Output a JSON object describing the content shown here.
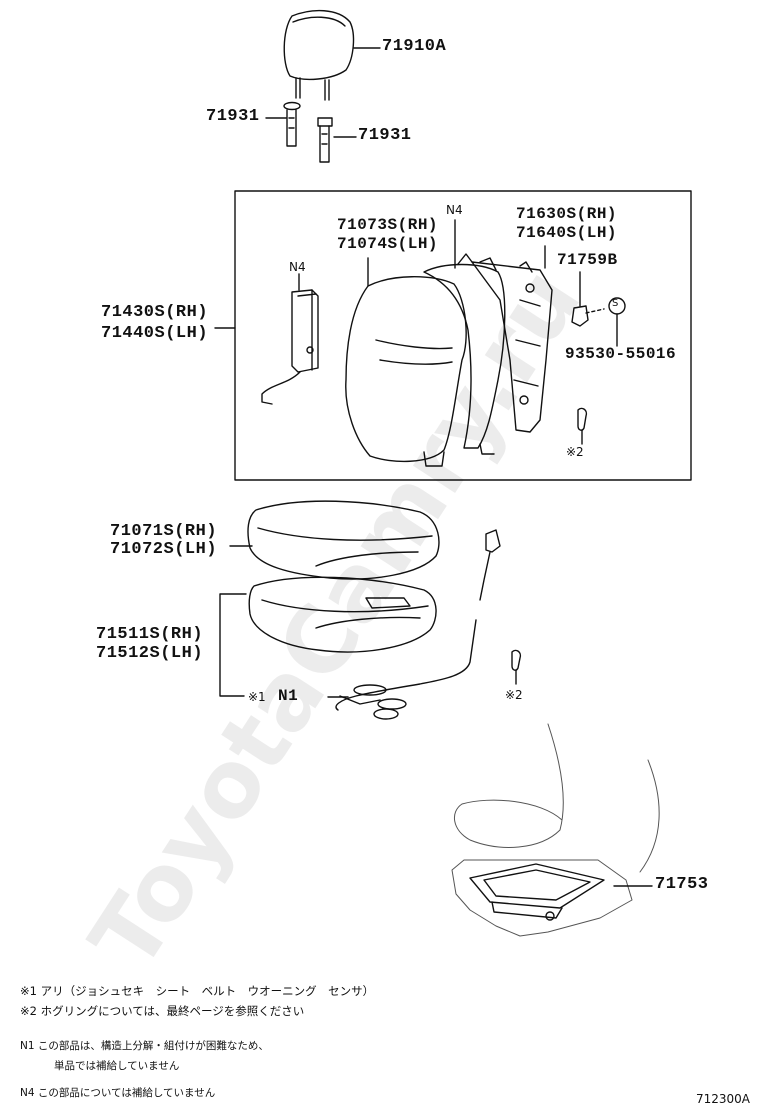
{
  "parts": {
    "headrest": "71910A",
    "support_left": "71931",
    "support_right": "71931",
    "back_pad_rh": "71073S(RH)",
    "back_pad_lh": "71074S(LH)",
    "airbag_note": "N4",
    "airbag_note_2": "N4",
    "frame_rh": "71630S(RH)",
    "frame_lh": "71640S(LH)",
    "clip": "71759B",
    "screw_symbol": "S",
    "screw_number": "93530-55016",
    "back_assy_rh": "71430S(RH)",
    "back_assy_lh": "71440S(LH)",
    "hog_ring_mark_1": "※2",
    "cushion_cover_rh": "71071S(RH)",
    "cushion_cover_lh": "71072S(LH)",
    "cushion_assy_rh": "71511S(RH)",
    "cushion_assy_lh": "71512S(LH)",
    "sensor_mark": "※1",
    "sensor_note": "N1",
    "hog_ring_mark_2": "※2",
    "tray": "71753"
  },
  "notes": {
    "note1": "※1 アリ（ジョシュセキ　シート　ベルト　ウオーニング　センサ）",
    "note2": "※2 ホグリングについては、最終ページを参照ください",
    "note3a": "N1 この部品は、構造上分解・組付けが困難なため、",
    "note3b": "単品では補給していません",
    "note4": "N4 この部品については補給していません"
  },
  "diagram_code": "712300A",
  "watermark": "ToyotaCamry.ru"
}
